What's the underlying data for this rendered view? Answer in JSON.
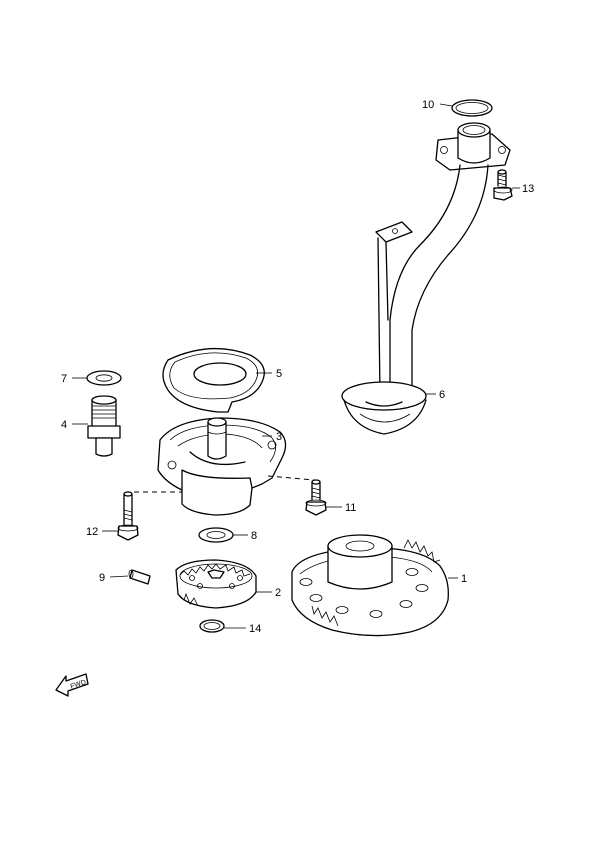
{
  "callouts": {
    "c1": "1",
    "c2": "2",
    "c3": "3",
    "c4": "4",
    "c5": "5",
    "c6": "6",
    "c7": "7",
    "c8": "8",
    "c9": "9",
    "c10": "10",
    "c11": "11",
    "c12": "12",
    "c13": "13",
    "c14": "14"
  },
  "fwd_label": "FWD"
}
